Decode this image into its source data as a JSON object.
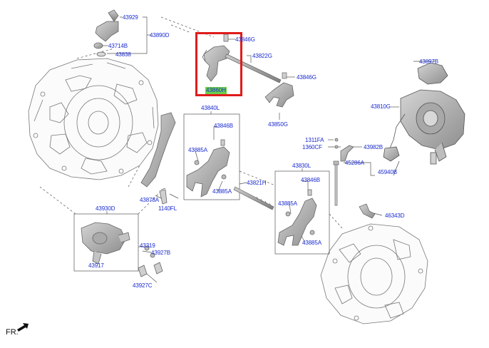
{
  "diagram": {
    "part_labels": {
      "p43929": "43929",
      "p43890D": "43890D",
      "p43714B": "43714B",
      "p43838": "43838",
      "p43846G_top": "43846G",
      "p43822G": "43822G",
      "p43846G_right": "43846G",
      "p43860H": "43860H",
      "p43850G": "43850G",
      "p43840L": "43840L",
      "p43846B_left": "43846B",
      "p43885A_l1": "43885A",
      "p43885A_l2": "43885A",
      "p43878A": "43878A",
      "p1140FL": "1140FL",
      "p43821H": "43821H",
      "p43830L": "43830L",
      "p43846B_right": "43846B",
      "p43885A_r1": "43885A",
      "p43885A_r2": "43885A",
      "p43897B": "43897B",
      "p43810G": "43810G",
      "p1311FA": "1311FA",
      "p1360CF": "1360CF",
      "p43982B": "43982B",
      "p45286A": "45286A",
      "p45940B": "45940B",
      "p46343D": "46343D",
      "p43930D": "43930D",
      "p43319": "43319",
      "p43927B": "43927B",
      "p43917": "43917",
      "p43927C": "43927C"
    },
    "highlighted_part": "43860H",
    "direction_label": "FR.",
    "colors": {
      "label": "#1a2bd0",
      "highlight_fill": "#6ad04a",
      "highlight_border": "#e01b1b",
      "line": "#555555",
      "part_stroke": "#666666",
      "part_fill": "#b8b8b8"
    }
  }
}
